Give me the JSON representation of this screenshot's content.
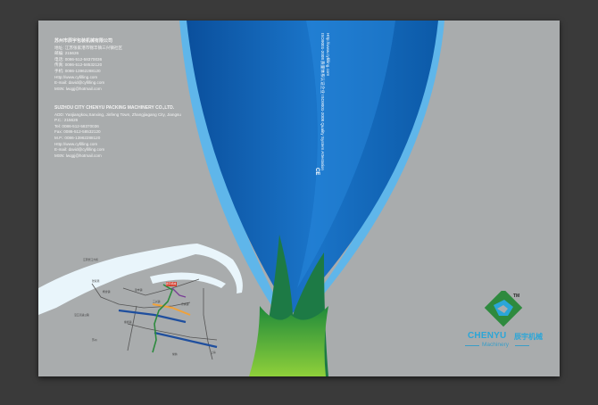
{
  "contact_cn": {
    "company": "苏州市辰宇包装机械有限公司",
    "lines": [
      "地址: 江苏张家港市锦丰镇三兴镇社区",
      "邮编: 215626",
      "电话: 0086-512-58370036",
      "传真: 0086-512-58532120",
      "手机: 0086-13962288120",
      "Http://www.cyfilling.com",
      "E-mail: david@cyfilling.com",
      "MSN: lwqgj@hotmail.com"
    ]
  },
  "contact_en": {
    "company": "SUZHOU CITY CHENYU PACKING MACHINERY CO.,LTD.",
    "lines": [
      "ADD: Yanjiangkou,Sanxing, Jinfeng Town, Zhangjiagang City, Jiangsu",
      "P.C.: 215626",
      "Tel: 0086-512-58370036",
      "Fax: 0086-512-58532120",
      "M.P.: 0086-13962288120",
      "Http://www.cyfilling.com",
      "E-mail: david@cyfilling.com",
      "MSN: lwqgj@hotmail.com"
    ]
  },
  "spine": {
    "line1": "Http://www.cyfilling.com",
    "line2": "ISO9001-2008 质量体系认证企业 ISO9001-2008 Quality System Attestation",
    "line3": "CE"
  },
  "map": {
    "labels": [
      "江阴长江大桥",
      "张家港",
      "杨舍镇",
      "锦丰镇",
      "辰宇机械",
      "三兴镇",
      "乐余镇",
      "塘桥镇",
      "常熟",
      "沿江高速公路",
      "苏州",
      "上海"
    ]
  },
  "logo": {
    "brand": "CHENYU",
    "brand_cn": "辰宇机械",
    "sub": "Machinery",
    "tm": "TM"
  },
  "colors": {
    "cover_bg": "#a9acad",
    "blue_dark": "#0b58a8",
    "blue_light": "#3aa0e0",
    "green": "#79c22a",
    "logo_blue": "#2ba6d8",
    "logo_green": "#2e8a3e"
  }
}
